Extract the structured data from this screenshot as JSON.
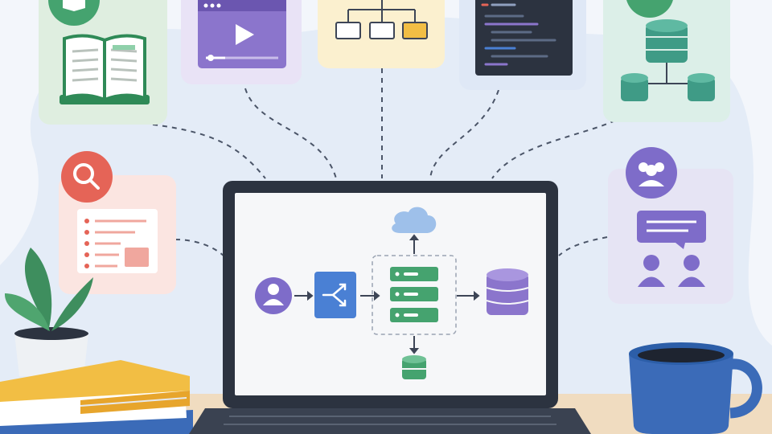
{
  "scene": {
    "colors": {
      "background": "#f3f6fb",
      "blob": "#e3ebf6",
      "desk": "#f0dcc0",
      "laptop_frame": "#2c3340",
      "screen": "#f6f7f9",
      "accent_blue": "#4a80d4",
      "accent_green": "#45a36f",
      "accent_purple": "#8b75cc",
      "accent_red": "#e56457",
      "accent_yellow": "#f2be44",
      "mug": "#3b6bb8"
    },
    "cards": [
      {
        "name": "card-book",
        "icon": "open-book-icon",
        "tint": "#dfeee0"
      },
      {
        "name": "card-video",
        "icon": "video-player-icon",
        "tint": "#e9e3f6"
      },
      {
        "name": "card-hierarchy",
        "icon": "hierarchy-icon",
        "tint": "#fbf0cf"
      },
      {
        "name": "card-code",
        "icon": "code-editor-icon",
        "tint": "#dfe8f6"
      },
      {
        "name": "card-database",
        "icon": "database-network-icon",
        "tint": "#dcefe8"
      },
      {
        "name": "card-search",
        "icon": "search-document-icon",
        "tint": "#fbe5e1"
      },
      {
        "name": "card-collaboration",
        "icon": "collaboration-icon",
        "tint": "#e6e4f4"
      }
    ],
    "diagram": {
      "nodes": [
        "user-icon",
        "load-balancer-icon",
        "server-rack-icon",
        "database-icon",
        "cloud-icon",
        "storage-icon"
      ]
    }
  }
}
